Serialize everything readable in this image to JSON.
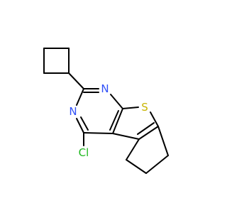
{
  "molecule": {
    "atoms": {
      "nitrogen_top": "N",
      "nitrogen_left": "N",
      "sulfur": "S",
      "chlorine": "Cl"
    },
    "colors": {
      "nitrogen": "#3050F8",
      "sulfur": "#C8B400",
      "chlorine": "#1FB81F",
      "bond": "#000000",
      "background": "#FFFFFF"
    }
  }
}
